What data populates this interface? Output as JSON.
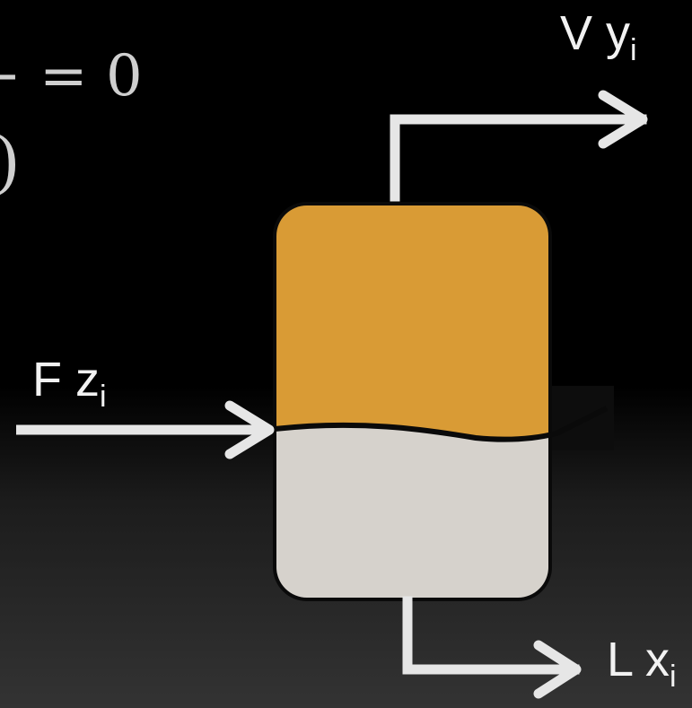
{
  "equation": {
    "line1": "− = 0",
    "line2": ")"
  },
  "streams": {
    "vapor": {
      "symbol": "V y",
      "subscript": "i"
    },
    "feed": {
      "symbol": "F z",
      "subscript": "i"
    },
    "liquid": {
      "symbol": "L x",
      "subscript": "i"
    }
  },
  "colors": {
    "vapor_phase": "#d99b35",
    "liquid_phase": "#d6d2cc",
    "arrows": "#e6e6e6",
    "interface": "#0a0a0a"
  }
}
